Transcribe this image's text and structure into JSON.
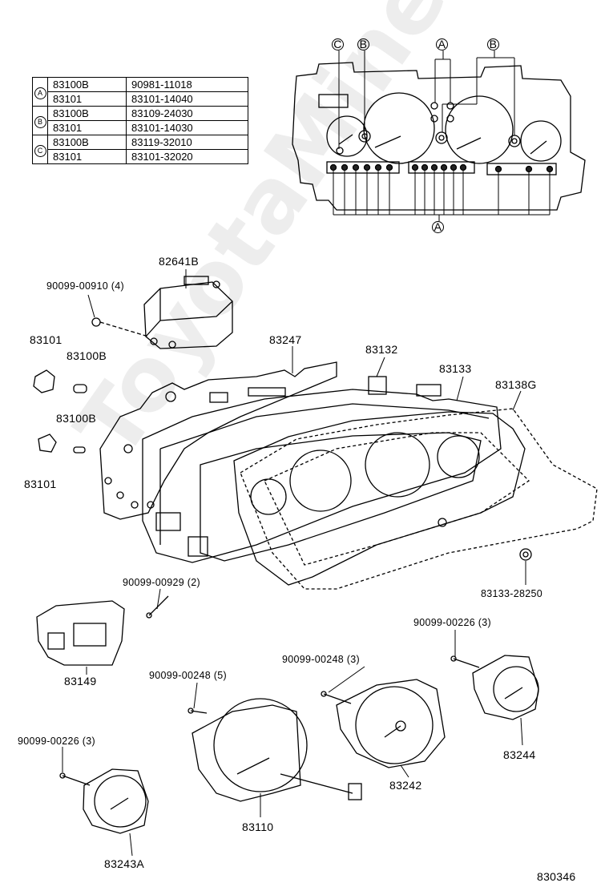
{
  "table": {
    "groups": [
      {
        "code": "A",
        "rows": [
          [
            "83100B",
            "90981-11018"
          ],
          [
            "83101",
            "83101-14040"
          ]
        ]
      },
      {
        "code": "B",
        "rows": [
          [
            "83100B",
            "83109-24030"
          ],
          [
            "83101",
            "83101-14030"
          ]
        ]
      },
      {
        "code": "C",
        "rows": [
          [
            "83100B",
            "83119-32010"
          ],
          [
            "83101",
            "83101-32020"
          ]
        ]
      }
    ]
  },
  "callouts": {
    "c_top": "C",
    "b_top_left": "B",
    "a_top": "A",
    "b_top_right": "B",
    "a_bottom": "A"
  },
  "labels": {
    "p82641b": "82641B",
    "p9009900910": "90099-00910 (4)",
    "p83101_a": "83101",
    "p83100b_a": "83100B",
    "p83100b_b": "83100B",
    "p83101_b": "83101",
    "p83247": "83247",
    "p83132": "83132",
    "p83133": "83133",
    "p83138g": "83138G",
    "p8313328250": "83133-28250",
    "p9009900929": "90099-00929 (2)",
    "p83149": "83149",
    "p9009900226_r": "90099-00226 (3)",
    "p9009900248_m": "90099-00248 (3)",
    "p9009900248_l": "90099-00248 (5)",
    "p83244": "83244",
    "p83242": "83242",
    "p9009900226_l": "90099-00226 (3)",
    "p83110": "83110",
    "p83243a": "83243A",
    "diagram_no": "830346"
  },
  "watermark": "ToyotaMine.ru"
}
